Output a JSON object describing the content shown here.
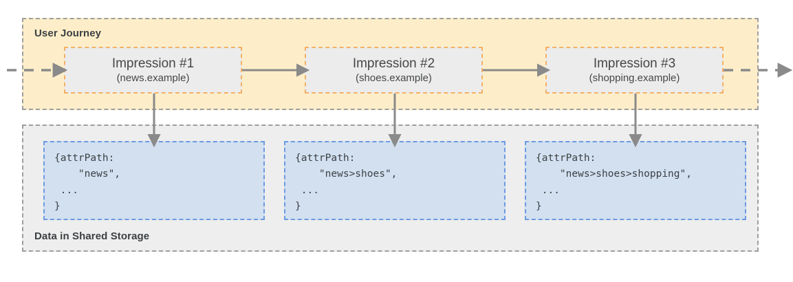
{
  "diagram": {
    "title_journey": "User Journey",
    "title_storage": "Data in Shared Storage",
    "colors": {
      "journey_band_fill": "#fdeec9",
      "journey_band_border": "#9e9e9e",
      "storage_band_fill": "#eeeeee",
      "storage_band_border": "#9e9e9e",
      "impression_fill": "#ececec",
      "impression_border": "#f4b066",
      "storebox_fill": "#d2e0f0",
      "storebox_border": "#6c9ae0",
      "arrow": "#8a8a8a",
      "text": "#3c4043"
    }
  },
  "impressions": [
    {
      "title": "Impression #1",
      "site": "(news.example)"
    },
    {
      "title": "Impression #2",
      "site": "(shoes.example)"
    },
    {
      "title": "Impression #3",
      "site": "(shopping.example)"
    }
  ],
  "storage_entries": [
    {
      "code": "{attrPath:\n    \"news\",\n ...\n}"
    },
    {
      "code": "{attrPath:\n    \"news>shoes\",\n ...\n}"
    },
    {
      "code": "{attrPath:\n    \"news>shoes>shopping\",\n ...\n}"
    }
  ],
  "flow": {
    "entry_arrow": "dashed-arrow-in",
    "exit_arrow": "dashed-arrow-out",
    "between_1_2": "solid-arrow-right",
    "between_2_3": "solid-arrow-right",
    "down_1": "solid-arrow-down",
    "down_2": "solid-arrow-down",
    "down_3": "solid-arrow-down"
  }
}
